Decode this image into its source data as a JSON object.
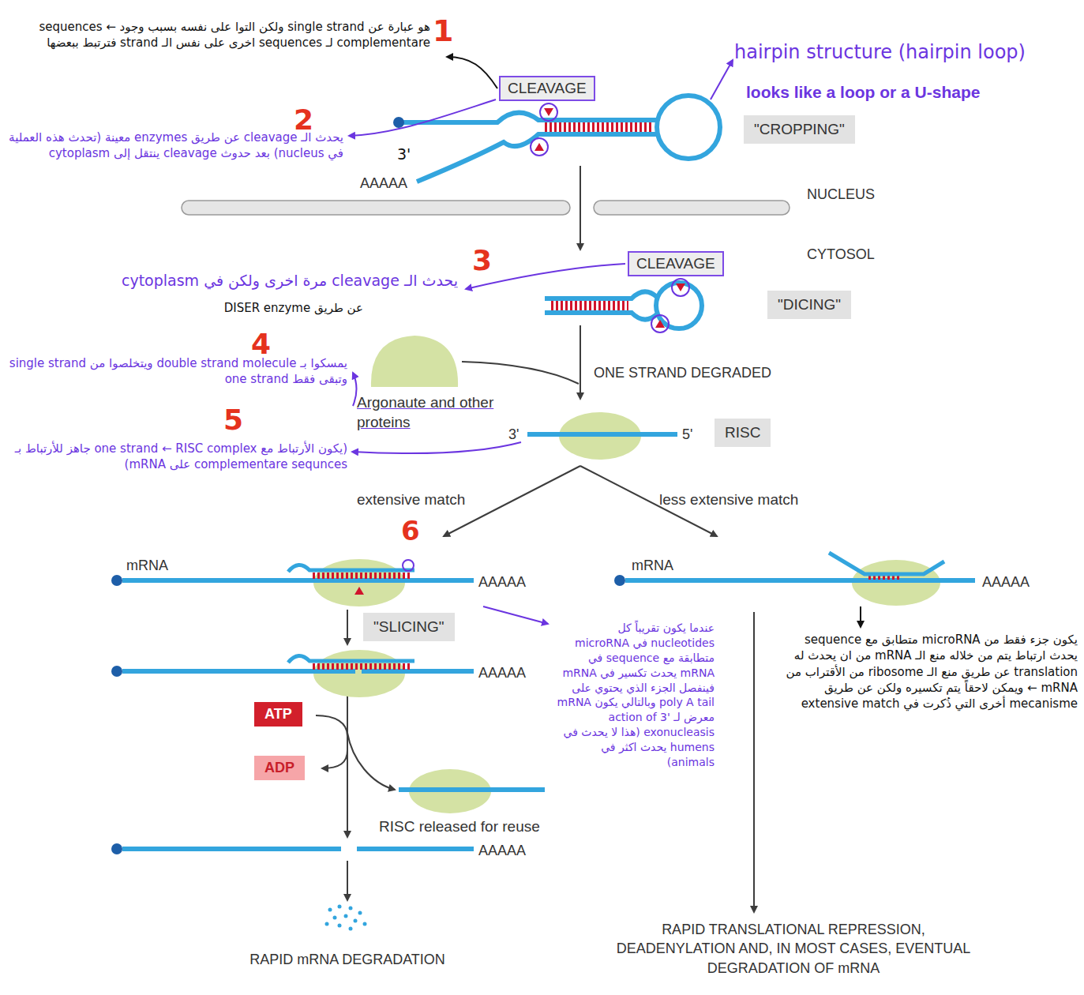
{
  "diagram": {
    "nodes": [
      {
        "text": [
          "CLEAVAGE"
        ]
      },
      {
        "text": [
          "\"CROPPING\""
        ]
      },
      {
        "text": [
          "CLEAVAGE"
        ]
      },
      {
        "text": [
          "\"DICING\""
        ]
      },
      {
        "text": [
          "RISC"
        ]
      },
      {
        "text": [
          "\"SLICING\""
        ]
      },
      {
        "text": [
          "ATP"
        ]
      },
      {
        "text": [
          "ADP"
        ]
      }
    ],
    "labels": [
      "1",
      "هو عبارة عن single strand ولكن التوا على نفسه بسبب وجود sequences ← complementare لـ sequences اخرى على نفس الـ strand فترتبط ببعضها",
      "hairpin structure (hairpin loop)",
      "looks like a loop or a U-shape",
      "2",
      "يحدث الـ cleavage عن طريق enzymes معينة (تحدث هذه العملية في nucleus) بعد حدوث cleavage ينتقل إلى cytoplasm",
      "AAAAA",
      "3'",
      "NUCLEUS",
      "CYTOSOL",
      "3",
      "يحدث الـ cleavage مرة اخرى ولكن في cytoplasm",
      "عن طريق DISER enzyme",
      "4",
      "ONE STRAND DEGRADED",
      "يمسكوا بـ double strand molecule ويتخلصوا من single strand وتبقى فقط one strand",
      "Argonaute and other proteins",
      "5",
      "3'",
      "5'",
      "(يكون الأرتباط مع one strand ← RISC complex جاهز للأرتباط بـ complementare sequnces على mRNA)",
      "extensive match",
      "less extensive match",
      "6",
      "mRNA",
      "AAAAA",
      "mRNA",
      "AAAAA",
      "عندما يكون تقريباً كل nucleotides في microRNA متطابقة مع sequence في mRNA يحدث تكسير في mRNA فينفصل الجزء الذي يحتوي على poly A tail وبالتالي يكون mRNA معرض لـ action of 3' exonucleasis (هذا لا يحدث في humens يحدث اكثر في animals)",
      "يكون جزء فقط من microRNA متطابق مع sequence يحدث ارتباط يتم من خلاله منع الـ mRNA من ان يحدث له translation عن طريق منع الـ ribosome من الأقتراب من mRNA ← ويمكن لاحقاً يتم تكسيره ولكن عن طريق mecanisme أخرى التي ذُكرت في extensive match",
      "AAAAA",
      "RISC released for reuse",
      "AAAAA",
      "RAPID mRNA DEGRADATION",
      "RAPID TRANSLATIONAL REPRESSION, DEADENYLATION AND, IN MOST CASES, EVENTUAL DEGRADATION OF mRNA"
    ]
  }
}
